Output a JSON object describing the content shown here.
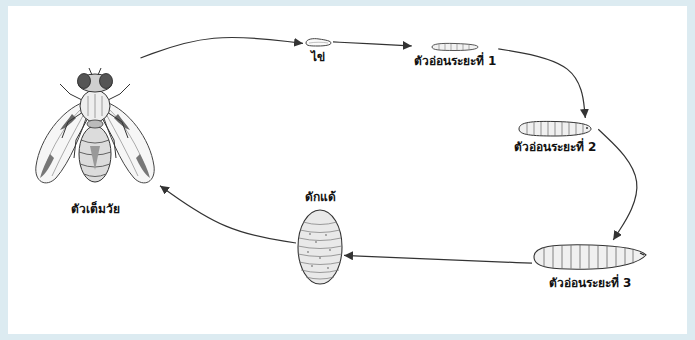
{
  "diagram": {
    "nodes": [
      {
        "text": [
          "ไข่"
        ]
      },
      {
        "text": [
          "ตัวอ่อนระยะที่ 1"
        ]
      },
      {
        "text": [
          "ตัวอ่อนระยะที่ 2"
        ]
      },
      {
        "text": [
          "ตัวอ่อนระยะที่ 3"
        ]
      },
      {
        "text": [
          "ดักแด้"
        ]
      },
      {
        "text": [
          "ตัวเต็มวัย"
        ]
      }
    ],
    "edges": [
      {
        "from": 0,
        "to": 1,
        "arrow": "to"
      },
      {
        "from": 1,
        "to": 2,
        "arrow": "to"
      },
      {
        "from": 2,
        "to": 3,
        "arrow": "to"
      },
      {
        "from": 3,
        "to": 4,
        "arrow": "to"
      },
      {
        "from": 4,
        "to": 5,
        "arrow": "to"
      },
      {
        "from": 5,
        "to": 0,
        "arrow": "to"
      }
    ]
  }
}
